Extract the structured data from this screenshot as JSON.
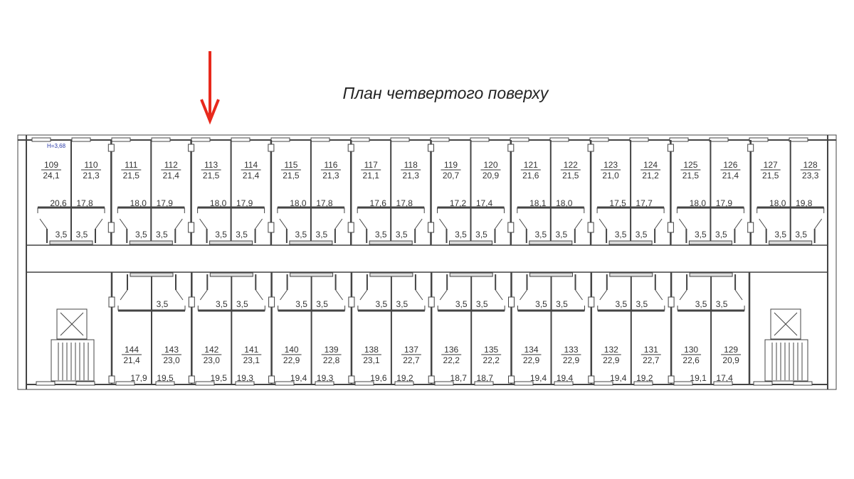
{
  "title": "План четвертого поверху",
  "height_label": "H=3,68",
  "arrow_color": "#e8291c",
  "top_rooms": [
    {
      "no": "109",
      "area": "24,1",
      "sub": "20,6",
      "wc": "3,5"
    },
    {
      "no": "110",
      "area": "21,3",
      "sub": "17,8",
      "wc": "3,5"
    },
    {
      "no": "111",
      "area": "21,5",
      "sub": "18,0",
      "wc": "3,5"
    },
    {
      "no": "112",
      "area": "21,4",
      "sub": "17,9",
      "wc": "3,5"
    },
    {
      "no": "113",
      "area": "21,5",
      "sub": "18,0",
      "wc": "3,5"
    },
    {
      "no": "114",
      "area": "21,4",
      "sub": "17,9",
      "wc": "3,5"
    },
    {
      "no": "115",
      "area": "21,5",
      "sub": "18,0",
      "wc": "3,5"
    },
    {
      "no": "116",
      "area": "21,3",
      "sub": "17,8",
      "wc": "3,5"
    },
    {
      "no": "117",
      "area": "21,1",
      "sub": "17,6",
      "wc": "3,5"
    },
    {
      "no": "118",
      "area": "21,3",
      "sub": "17,8",
      "wc": "3,5"
    },
    {
      "no": "119",
      "area": "20,7",
      "sub": "17,2",
      "wc": "3,5"
    },
    {
      "no": "120",
      "area": "20,9",
      "sub": "17,4",
      "wc": "3,5"
    },
    {
      "no": "121",
      "area": "21,6",
      "sub": "18,1",
      "wc": "3,5"
    },
    {
      "no": "122",
      "area": "21,5",
      "sub": "18,0",
      "wc": "3,5"
    },
    {
      "no": "123",
      "area": "21,0",
      "sub": "17,5",
      "wc": "3,5"
    },
    {
      "no": "124",
      "area": "21,2",
      "sub": "17,7",
      "wc": "3,5"
    },
    {
      "no": "125",
      "area": "21,5",
      "sub": "18,0",
      "wc": "3,5"
    },
    {
      "no": "126",
      "area": "21,4",
      "sub": "17,9",
      "wc": "3,5"
    },
    {
      "no": "127",
      "area": "21,5",
      "sub": "18,0",
      "wc": "3,5"
    },
    {
      "no": "128",
      "area": "23,3",
      "sub": "19,8",
      "wc": "3,5"
    }
  ],
  "bottom_rooms": [
    {
      "no": "144",
      "area": "21,4",
      "sub": "17,9",
      "wc": null
    },
    {
      "no": "143",
      "area": "23,0",
      "sub": "19,5",
      "wc": "3,5"
    },
    {
      "no": "142",
      "area": "23,0",
      "sub": "19,5",
      "wc": "3,5"
    },
    {
      "no": "141",
      "area": "23,1",
      "sub": "19,3",
      "wc": "3,5"
    },
    {
      "no": "140",
      "area": "22,9",
      "sub": "19,4",
      "wc": "3,5"
    },
    {
      "no": "139",
      "area": "22,8",
      "sub": "19,3",
      "wc": "3,5"
    },
    {
      "no": "138",
      "area": "23,1",
      "sub": "19,6",
      "wc": "3,5"
    },
    {
      "no": "137",
      "area": "22,7",
      "sub": "19,2",
      "wc": "3,5"
    },
    {
      "no": "136",
      "area": "22,2",
      "sub": "18,7",
      "wc": "3,5"
    },
    {
      "no": "135",
      "area": "22,2",
      "sub": "18,7",
      "wc": "3,5"
    },
    {
      "no": "134",
      "area": "22,9",
      "sub": "19,4",
      "wc": "3,5"
    },
    {
      "no": "133",
      "area": "22,9",
      "sub": "19,4",
      "wc": "3,5"
    },
    {
      "no": "132",
      "area": "22,9",
      "sub": "19,4",
      "wc": "3,5"
    },
    {
      "no": "131",
      "area": "22,7",
      "sub": "19,2",
      "wc": "3,5"
    },
    {
      "no": "130",
      "area": "22,6",
      "sub": "19,1",
      "wc": "3,5"
    },
    {
      "no": "129",
      "area": "20,9",
      "sub": "17,4",
      "wc": "3,5"
    }
  ]
}
